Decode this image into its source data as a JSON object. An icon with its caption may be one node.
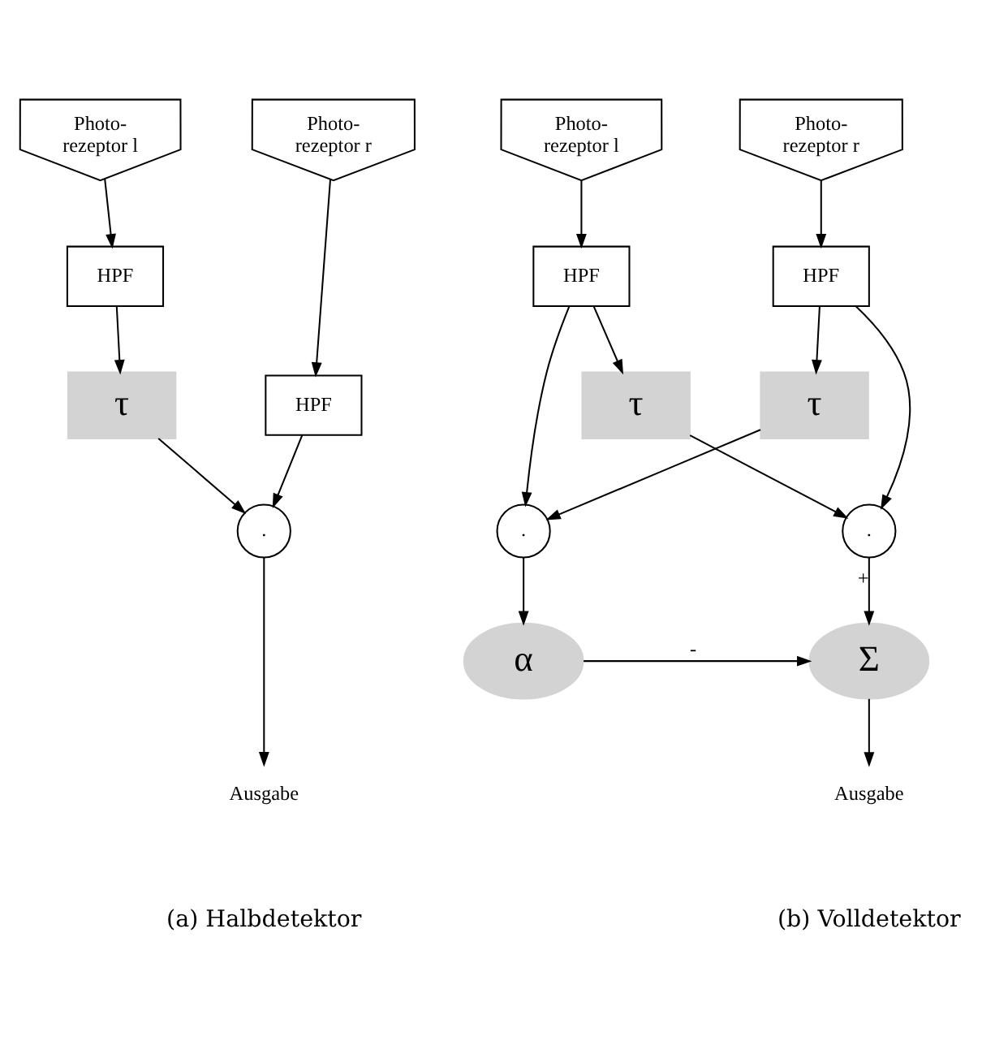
{
  "diagram": {
    "nodes": [
      {
        "text": [
          "Photo-rezeptor l"
        ]
      },
      {
        "text": [
          "Photo-rezeptor r"
        ]
      },
      {
        "text": [
          "HPF"
        ]
      },
      {
        "text": [
          "HPF"
        ]
      },
      {
        "text": [
          "τ"
        ]
      },
      {
        "text": [
          "."
        ]
      },
      {
        "text": [
          "Ausgabe"
        ]
      },
      {
        "text": [
          "Photo-rezeptor r"
        ]
      },
      {
        "text": [
          "Photo-rezeptor l"
        ]
      },
      {
        "text": [
          "HPF"
        ]
      },
      {
        "text": [
          "HPF"
        ]
      },
      {
        "text": [
          "τ"
        ]
      },
      {
        "text": [
          "τ"
        ]
      },
      {
        "text": [
          "."
        ]
      },
      {
        "text": [
          "."
        ]
      },
      {
        "text": [
          "α"
        ]
      },
      {
        "text": [
          "Σ"
        ]
      },
      {
        "text": [
          "Ausgabe"
        ]
      }
    ],
    "edges": [
      {
        "from": 0,
        "to": 2,
        "arrow": "to"
      },
      {
        "from": 1,
        "to": 3,
        "arrow": "to"
      },
      {
        "from": 2,
        "to": 4,
        "arrow": "to"
      },
      {
        "from": 4,
        "to": 5,
        "arrow": "to"
      },
      {
        "from": 3,
        "to": 5,
        "arrow": "to"
      },
      {
        "from": 5,
        "to": 6,
        "arrow": "to"
      },
      {
        "from": 7,
        "to": 9,
        "arrow": "to"
      },
      {
        "from": 8,
        "to": 10,
        "arrow": "to"
      },
      {
        "from": 9,
        "to": 11,
        "arrow": "to"
      },
      {
        "from": 9,
        "to": 14,
        "arrow": "to"
      },
      {
        "from": 10,
        "to": 13,
        "arrow": "to"
      },
      {
        "from": 10,
        "to": 12,
        "arrow": "to"
      },
      {
        "from": 11,
        "to": 13,
        "arrow": "to"
      },
      {
        "from": 12,
        "to": 14,
        "arrow": "to"
      },
      {
        "from": 13,
        "to": 15,
        "arrow": "to"
      },
      {
        "from": 14,
        "to": 16,
        "arrow": "to",
        "label": "+"
      },
      {
        "from": 15,
        "to": 16,
        "arrow": "to",
        "label": "-"
      },
      {
        "from": 16,
        "to": 17,
        "arrow": "to"
      }
    ],
    "labels": [
      "(a) Halbdetektor",
      "(b) Volldetektor"
    ]
  }
}
